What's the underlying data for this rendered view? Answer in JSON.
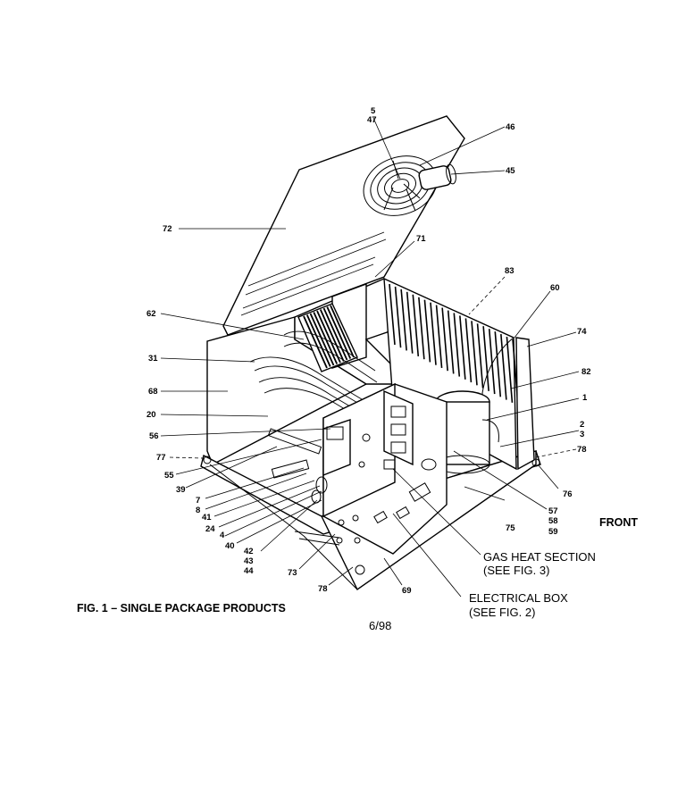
{
  "figure": {
    "caption": "FIG. 1 – SINGLE PACKAGE PRODUCTS",
    "date_code": "6/98",
    "orientation_label": "FRONT"
  },
  "callouts": {
    "gas_heat_section": "GAS HEAT SECTION",
    "gas_heat_ref": "(SEE FIG. 3)",
    "electrical_box": "ELECTRICAL BOX",
    "electrical_box_ref": "(SEE FIG. 2)"
  },
  "part_numbers": {
    "p5": "5",
    "p47": "47",
    "p46": "46",
    "p45": "45",
    "p72": "72",
    "p71": "71",
    "p83": "83",
    "p60": "60",
    "p62": "62",
    "p74": "74",
    "p31": "31",
    "p82": "82",
    "p68": "68",
    "p1": "1",
    "p20": "20",
    "p2": "2",
    "p3": "3",
    "p56": "56",
    "p78a": "78",
    "p77": "77",
    "p55": "55",
    "p76": "76",
    "p39": "39",
    "p7": "7",
    "p8": "8",
    "p41": "41",
    "p24": "24",
    "p4": "4",
    "p40": "40",
    "p42": "42",
    "p43": "43",
    "p44": "44",
    "p73": "73",
    "p57": "57",
    "p58": "58",
    "p59": "59",
    "p75": "75",
    "p78b": "78",
    "p69": "69"
  }
}
